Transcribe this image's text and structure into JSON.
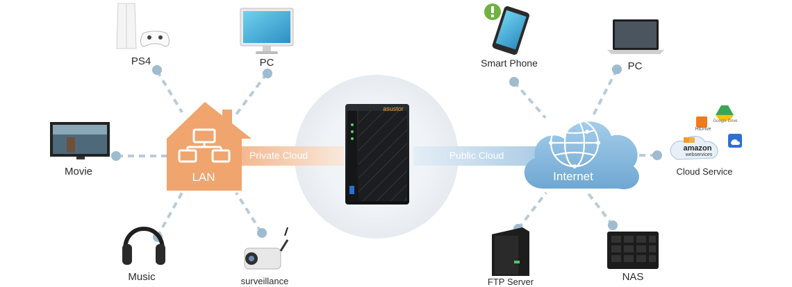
{
  "hub": {
    "lan_label": "LAN",
    "internet_label": "Internet",
    "device_brand": "asustor"
  },
  "links": {
    "private_cloud": "Private Cloud",
    "public_cloud": "Public Cloud"
  },
  "lan_devices": {
    "ps4": "PS4",
    "pc": "PC",
    "movie": "Movie",
    "music": "Music",
    "surveillance": "surveillance"
  },
  "internet_devices": {
    "smart_phone": "Smart Phone",
    "pc": "PC",
    "cloud_service": "Cloud Service",
    "ftp_server": "FTP Server",
    "nas": "NAS"
  },
  "cloud_logos": {
    "hidrive": "HiDrive",
    "google_drive": "Google Drive",
    "amazon": "amazon",
    "aws": "webservices"
  },
  "colors": {
    "house": "#f0a46e",
    "cloud": "#8fbde0",
    "connector": "#b8cbd8",
    "dot": "#9fbbd0"
  }
}
